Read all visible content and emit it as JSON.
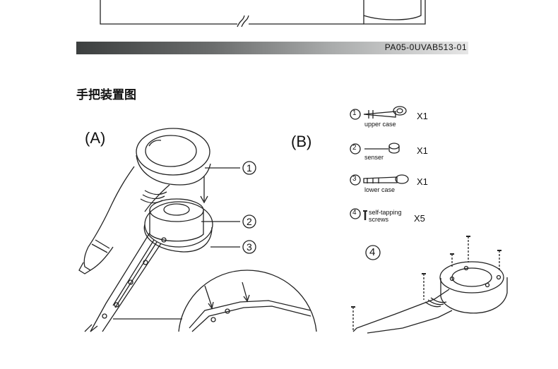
{
  "header": {
    "doc_code": "PA05-0UVAB513-01"
  },
  "section": {
    "title": "手把装置图"
  },
  "figure_a": {
    "label": "(A)",
    "callouts": [
      "1",
      "2",
      "3"
    ]
  },
  "figure_b": {
    "label": "(B)",
    "parts": [
      {
        "num": "1",
        "name": "upper case",
        "qty": "X1"
      },
      {
        "num": "2",
        "name": "senser",
        "qty": "X1"
      },
      {
        "num": "3",
        "name": "lower case",
        "qty": "X1"
      },
      {
        "num": "4",
        "name": "self-tapping screws",
        "qty": "X5"
      }
    ],
    "assembly_callout": "4"
  }
}
